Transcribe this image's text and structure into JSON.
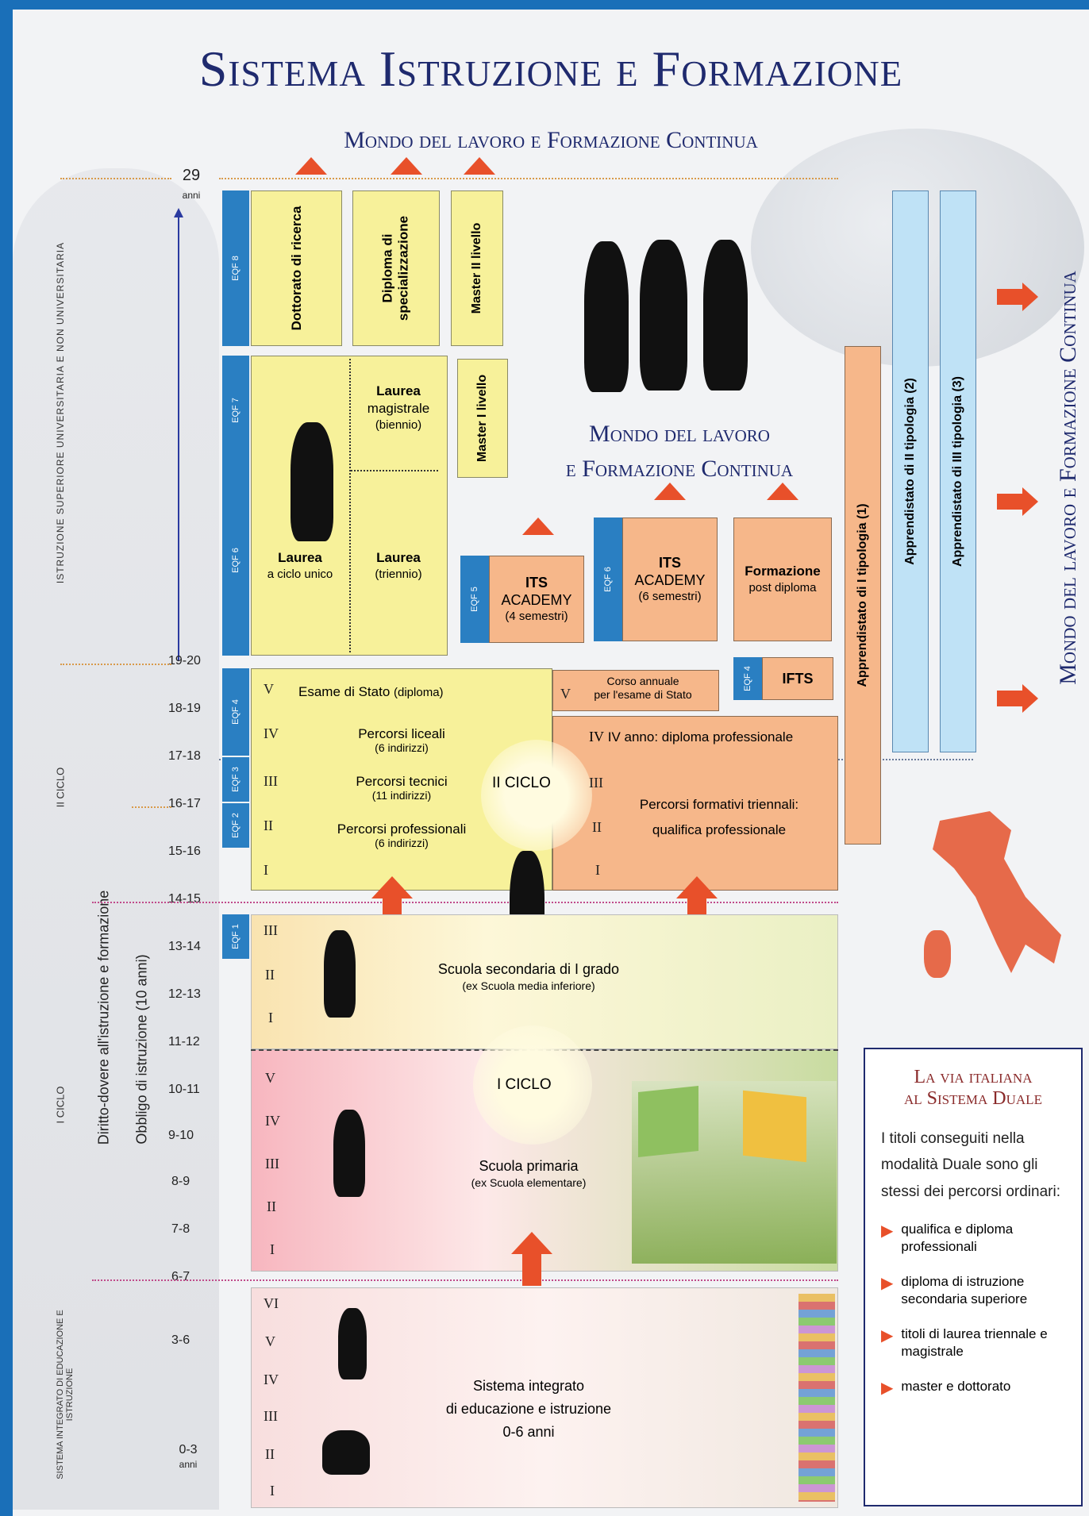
{
  "title": "Sistema Istruzione e Formazione",
  "top_banner": "Mondo del lavoro e Formazione Continua",
  "side_banner": "Mondo del lavoro e Formazione Continua",
  "center_banner": {
    "line1": "Mondo del lavoro",
    "line2": "e Formazione Continua"
  },
  "left_labels": {
    "superiore": "ISTRUZIONE SUPERIORE UNIVERSITARIA E NON UNIVERSITARIA",
    "ii_ciclo": "II CICLO",
    "i_ciclo": "I CICLO",
    "integrato": "SISTEMA INTEGRATO DI EDUCAZIONE E ISTRUZIONE",
    "diritto_dovere": "Diritto-dovere all'istruzione e formazione",
    "obbligo": "Obbligo di istruzione (10 anni)"
  },
  "ages": {
    "top": "29",
    "top_unit": "anni",
    "a1": "19-20",
    "a2": "18-19",
    "a3": "17-18",
    "a4": "16-17",
    "a5": "15-16",
    "a6": "14-15",
    "a7": "13-14",
    "a8": "12-13",
    "a9": "11-12",
    "a10": "10-11",
    "a11": "9-10",
    "a12": "8-9",
    "a13": "7-8",
    "a14": "6-7",
    "a15": "3-6",
    "bottom": "0-3",
    "bottom_unit": "anni"
  },
  "eqf": {
    "e8": "EQF 8",
    "e7": "EQF 7",
    "e6": "EQF 6",
    "e5": "EQF 5",
    "e6b": "EQF 6",
    "e4": "EQF 4",
    "e4b": "EQF 4",
    "e3": "EQF 3",
    "e2": "EQF 2",
    "e1": "EQF 1"
  },
  "boxes": {
    "dottorato": "Dottorato di ricerca",
    "diploma_spec": "Diploma di specializzazione",
    "master2": "Master II livello",
    "master1": "Master I livello",
    "laurea_mag_1": "Laurea",
    "laurea_mag_2": "magistrale",
    "laurea_mag_3": "(biennio)",
    "laurea_ciclo_1": "Laurea",
    "laurea_ciclo_2": "a ciclo unico",
    "laurea_tri_1": "Laurea",
    "laurea_tri_2": "(triennio)",
    "its4_1": "ITS",
    "its4_2": "ACADEMY",
    "its4_3": "(4 semestri)",
    "its6_1": "ITS",
    "its6_2": "ACADEMY",
    "its6_3": "(6 semestri)",
    "form_post_1": "Formazione",
    "form_post_2": "post diploma",
    "ifts": "IFTS",
    "esame": "Esame di Stato",
    "esame_note": "(diploma)",
    "corso_annuale_1": "Corso annuale",
    "corso_annuale_2": "per l'esame di Stato",
    "iv_anno": "IV anno: diploma professionale",
    "licei_1": "Percorsi liceali",
    "licei_2": "(6 indirizzi)",
    "tecnici_1": "Percorsi tecnici",
    "tecnici_2": "(11 indirizzi)",
    "prof_1": "Percorsi professionali",
    "prof_2": "(6 indirizzi)",
    "ii_ciclo": "II CICLO",
    "triennali_1": "Percorsi formativi triennali:",
    "triennali_2": "qualifica professionale",
    "sec1_1": "Scuola secondaria di I grado",
    "sec1_2": "(ex Scuola media inferiore)",
    "i_ciclo": "I CICLO",
    "primaria_1": "Scuola primaria",
    "primaria_2": "(ex Scuola elementare)",
    "integrato_1": "Sistema integrato",
    "integrato_2": "di educazione e istruzione",
    "integrato_3": "0-6 anni",
    "app1": "Apprendistato di I tipologia (1)",
    "app2": "Apprendistato di II tipologia (2)",
    "app3": "Apprendistato di III tipologia (3)"
  },
  "romans": {
    "v": "V",
    "iv": "IV",
    "iii": "III",
    "ii": "II",
    "i": "I",
    "vi": "VI"
  },
  "note": {
    "title1": "La via italiana",
    "title2": "al Sistema Duale",
    "body": "I titoli conseguiti nella modalità Duale sono gli stessi dei percorsi ordinari:",
    "items": [
      "qualifica e diploma professionali",
      "diploma di istruzione secondaria superiore",
      "titoli di laurea triennale e magistrale",
      "master e dottorato"
    ]
  },
  "colors": {
    "yellow": "#f7f19a",
    "orange": "#f6b78a",
    "blue": "#2a7fc2",
    "arrow": "#e8502a",
    "navy": "#1f2a6e"
  }
}
